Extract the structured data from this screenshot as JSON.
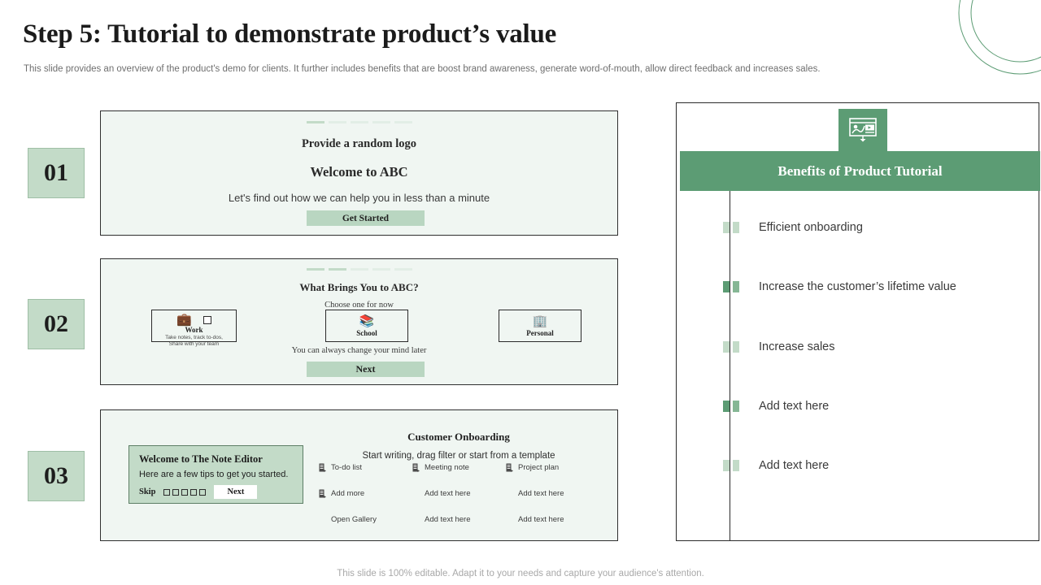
{
  "header": {
    "title": "Step 5: Tutorial to demonstrate product’s value",
    "subtitle": "This slide provides an overview of the product's demo for clients. It further includes benefits that are boost brand awareness, generate word-of-mouth, allow direct feedback and increases sales."
  },
  "colors": {
    "accent_green": "#5c9c74",
    "light_green": "#c3dbc8",
    "card_bg": "#f0f6f2",
    "button_green": "#b9d6c1",
    "border_dark": "#2b2b2b",
    "muted_text": "#6f6f6f"
  },
  "steps": [
    {
      "number": "01"
    },
    {
      "number": "02"
    },
    {
      "number": "03"
    }
  ],
  "card1": {
    "progress": {
      "total": 5,
      "filled": 1
    },
    "logo_placeholder": "Provide a random logo",
    "heading": "Welcome to ABC",
    "subtext": "Let's find out how we can help you in less than a minute",
    "button": "Get Started"
  },
  "card2": {
    "progress": {
      "total": 5,
      "filled": 2
    },
    "heading": "What Brings You to ABC?",
    "subtext": "Choose one for now",
    "options": [
      {
        "label": "Work",
        "icon": "briefcase-icon",
        "desc_line1": "Take notes, track to-dos,",
        "desc_line2": "Share with your team",
        "has_checkbox": true
      },
      {
        "label": "School",
        "icon": "books-icon",
        "desc_line1": "",
        "desc_line2": "",
        "has_checkbox": false
      },
      {
        "label": "Personal",
        "icon": "building-icon",
        "desc_line1": "",
        "desc_line2": "",
        "has_checkbox": false
      }
    ],
    "footnote": "You can always change your mind later",
    "button": "Next"
  },
  "card3": {
    "note_panel": {
      "heading": "Welcome to The Note  Editor",
      "text": "Here are a few tips to get you started.",
      "skip_label": "Skip",
      "dots": 5,
      "next_label": "Next"
    },
    "onboarding": {
      "title": "Customer Onboarding",
      "subtitle": "Start writing, drag filter or start from a template",
      "items": [
        {
          "label": "To-do list",
          "icon": true
        },
        {
          "label": "Meeting note",
          "icon": true
        },
        {
          "label": "Project plan",
          "icon": true
        },
        {
          "label": "Add more",
          "icon": true
        },
        {
          "label": "Add text here",
          "icon": false
        },
        {
          "label": "Add text here",
          "icon": false
        },
        {
          "label": "Open Gallery",
          "icon": false
        },
        {
          "label": "Add text here",
          "icon": false
        },
        {
          "label": "Add text here",
          "icon": false
        }
      ]
    }
  },
  "benefits_panel": {
    "icon": "presentation-video-icon",
    "title": "Benefits of Product Tutorial",
    "items": [
      {
        "label": "Efficient onboarding",
        "emphasis": "light"
      },
      {
        "label": "Increase the customer’s lifetime value",
        "emphasis": "dark"
      },
      {
        "label": "Increase sales",
        "emphasis": "light"
      },
      {
        "label": "Add text here",
        "emphasis": "dark"
      },
      {
        "label": "Add text here",
        "emphasis": "light"
      }
    ]
  },
  "footer": {
    "note": "This slide is 100% editable. Adapt it to your needs and capture your audience's attention."
  }
}
